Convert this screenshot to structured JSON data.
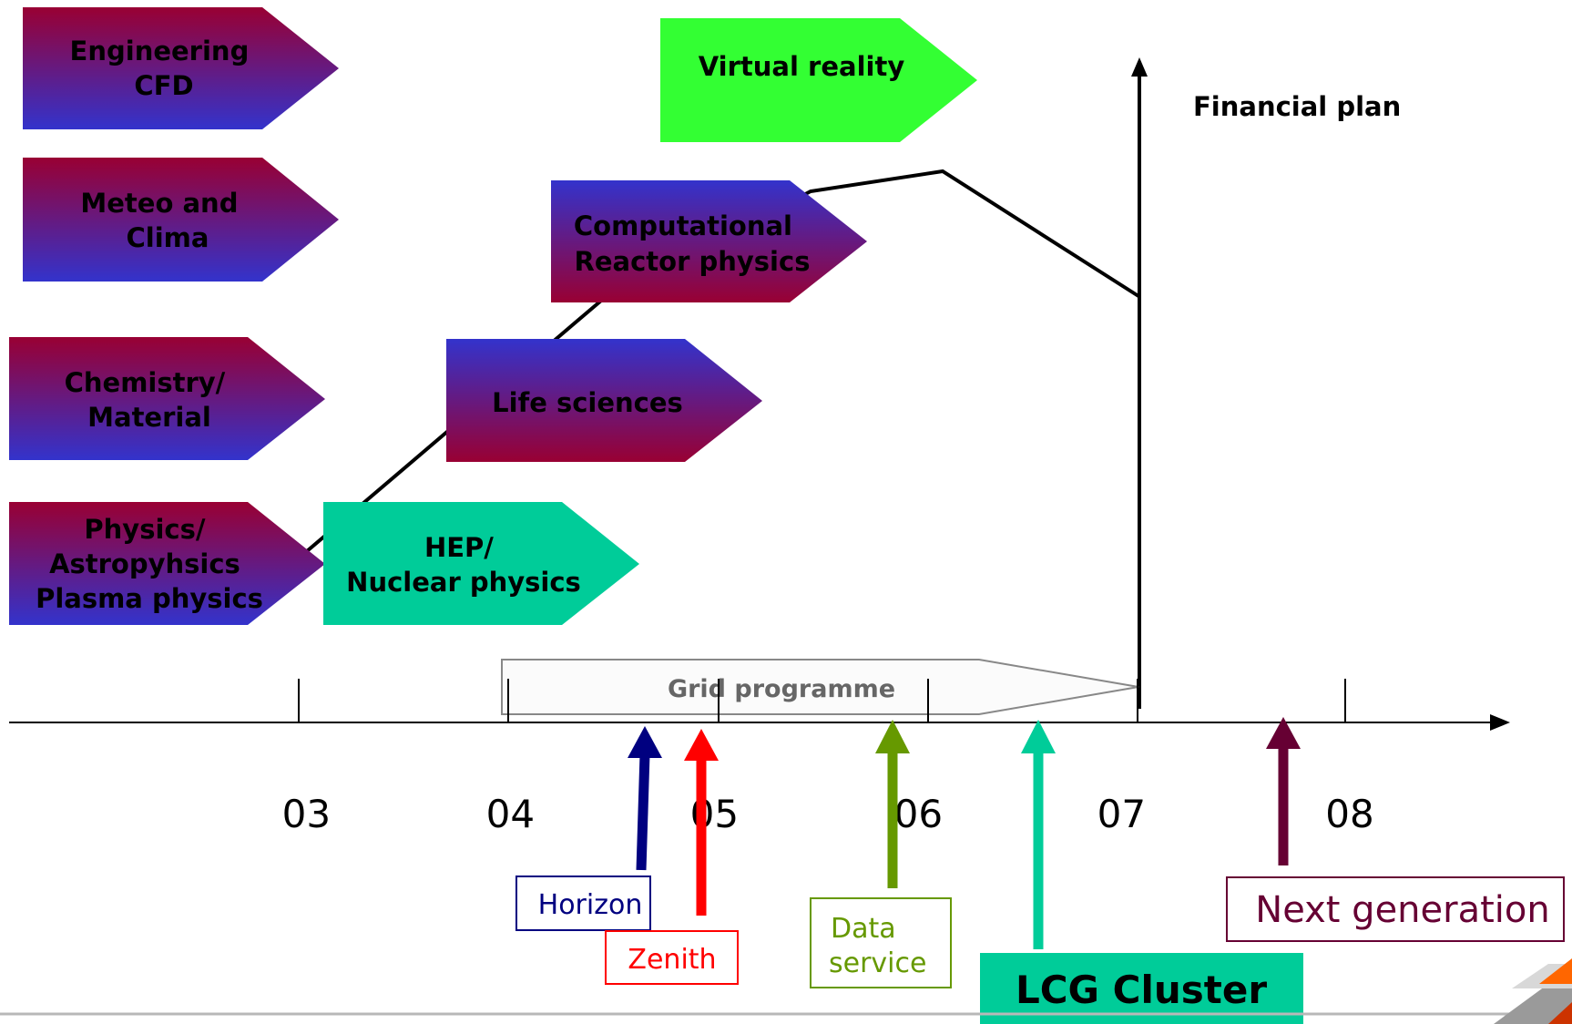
{
  "domains": {
    "engineering_cfd": {
      "lines": [
        "Engineering",
        "CFD"
      ]
    },
    "meteo_clima": {
      "lines": [
        "Meteo and",
        "Clima"
      ]
    },
    "chemistry_material": {
      "lines": [
        "Chemistry/",
        "Material"
      ]
    },
    "physics_astro_plasma": {
      "lines": [
        "Physics/",
        "Astropyhsics",
        "Plasma physics"
      ]
    },
    "hep_nuclear": {
      "lines": [
        "HEP/",
        "Nuclear physics"
      ]
    },
    "life_sciences": {
      "lines": [
        "Life sciences"
      ]
    },
    "computational_reactor": {
      "lines": [
        "Computational",
        "Reactor physics"
      ]
    },
    "virtual_reality": {
      "lines": [
        "Virtual reality"
      ]
    }
  },
  "financial_plan": {
    "label": "Financial plan"
  },
  "grid_programme": {
    "label": "Grid programme"
  },
  "timeline": {
    "years": [
      "03",
      "04",
      "05",
      "06",
      "07",
      "08"
    ]
  },
  "milestones": {
    "horizon": {
      "label": "Horizon",
      "color": "#000080"
    },
    "zenith": {
      "label": "Zenith",
      "color": "#ff0000"
    },
    "data_service": {
      "lines": [
        "Data",
        "service"
      ],
      "color": "#669900"
    },
    "lcg_cluster": {
      "label": "LCG Cluster",
      "color": "#00cc99"
    },
    "next_generation": {
      "label": "Next generation",
      "color": "#660033"
    }
  },
  "colors": {
    "gradient_top": "#990033",
    "gradient_bottom": "#3333cc",
    "teal": "#00cc99",
    "light_green": "#33ff33"
  }
}
